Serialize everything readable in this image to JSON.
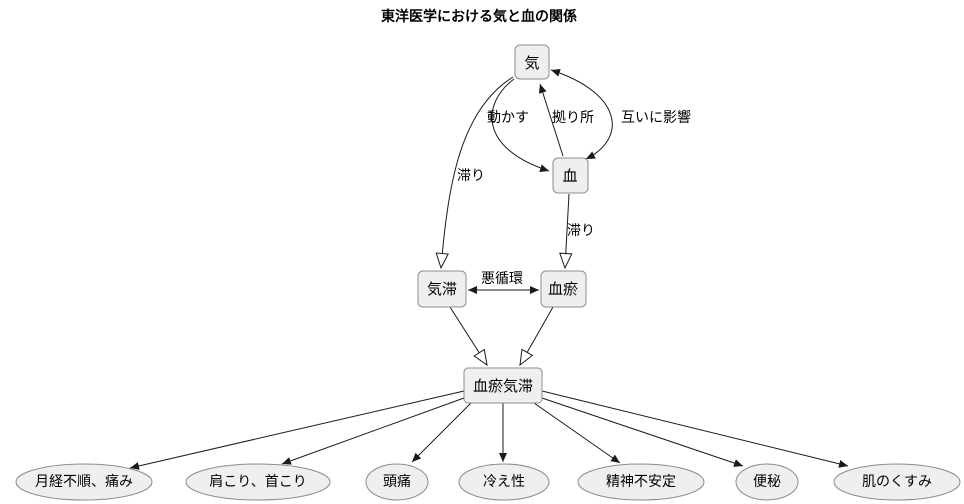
{
  "title": "東洋医学における気と血の関係",
  "nodes": {
    "qi": "気",
    "blood": "血",
    "qi_stagnation": "気滞",
    "blood_stasis": "血瘀",
    "combined": "血瘀気滞"
  },
  "edges": {
    "moves": "動かす",
    "anchor": "拠り所",
    "mutual_influence": "互いに影響",
    "stagnation_qi": "滞り",
    "stagnation_blood": "滞り",
    "vicious_cycle": "悪循環"
  },
  "symptoms": [
    "月経不順、痛み",
    "肩こり、首こり",
    "頭痛",
    "冷え性",
    "精神不安定",
    "便秘",
    "肌のくすみ"
  ],
  "colors": {
    "node_fill": "#efefef",
    "node_border": "#8c8c8c",
    "line": "#1a1a1a",
    "text": "#000000",
    "background": "#ffffff"
  }
}
